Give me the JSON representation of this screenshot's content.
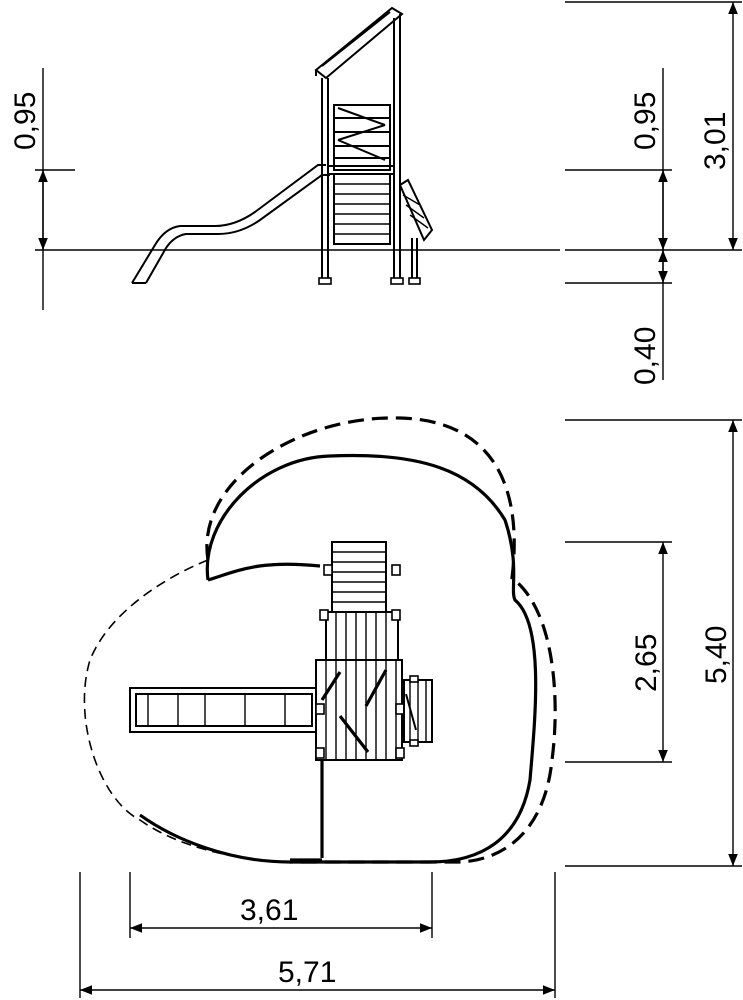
{
  "side_view": {
    "dims": {
      "left_platform_height": "0,95",
      "right_platform_height": "0,95",
      "total_height": "3,01",
      "foundation_depth": "0,40"
    }
  },
  "plan_view": {
    "dims": {
      "inner_depth": "2,65",
      "outer_depth": "5,40",
      "inner_width": "3,61",
      "outer_width": "5,71"
    }
  }
}
